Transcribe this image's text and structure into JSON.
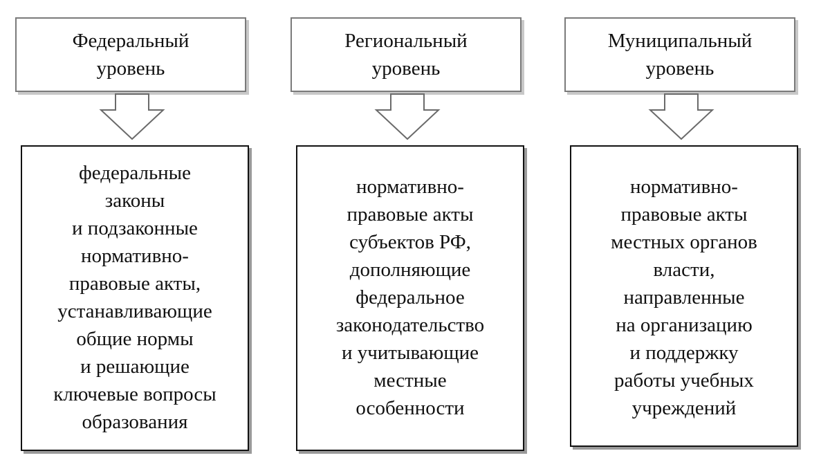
{
  "levels": [
    {
      "title": "Федеральный\nуровень",
      "description": "федеральные\nзаконы\nи подзаконные\nнормативно-\nправовые акты,\nустанавливающие\nобщие нормы\nи решающие\nключевые вопросы\nобразования"
    },
    {
      "title": "Региональный\nуровень",
      "description": "нормативно-\nправовые акты\nсубъектов РФ,\nдополняющие\nфедеральное\nзаконодательство\nи учитывающие\nместные\nособенности"
    },
    {
      "title": "Муниципальный\nуровень",
      "description": "нормативно-\nправовые акты\nместных органов\nвласти,\nнаправленные\nна организацию\nи поддержку\nработы учебных\nучреждений"
    }
  ],
  "colors": {
    "level_border": "#7a7a7a",
    "content_border": "#111111",
    "arrow_stroke": "#6a6a6a",
    "text": "#111111"
  }
}
